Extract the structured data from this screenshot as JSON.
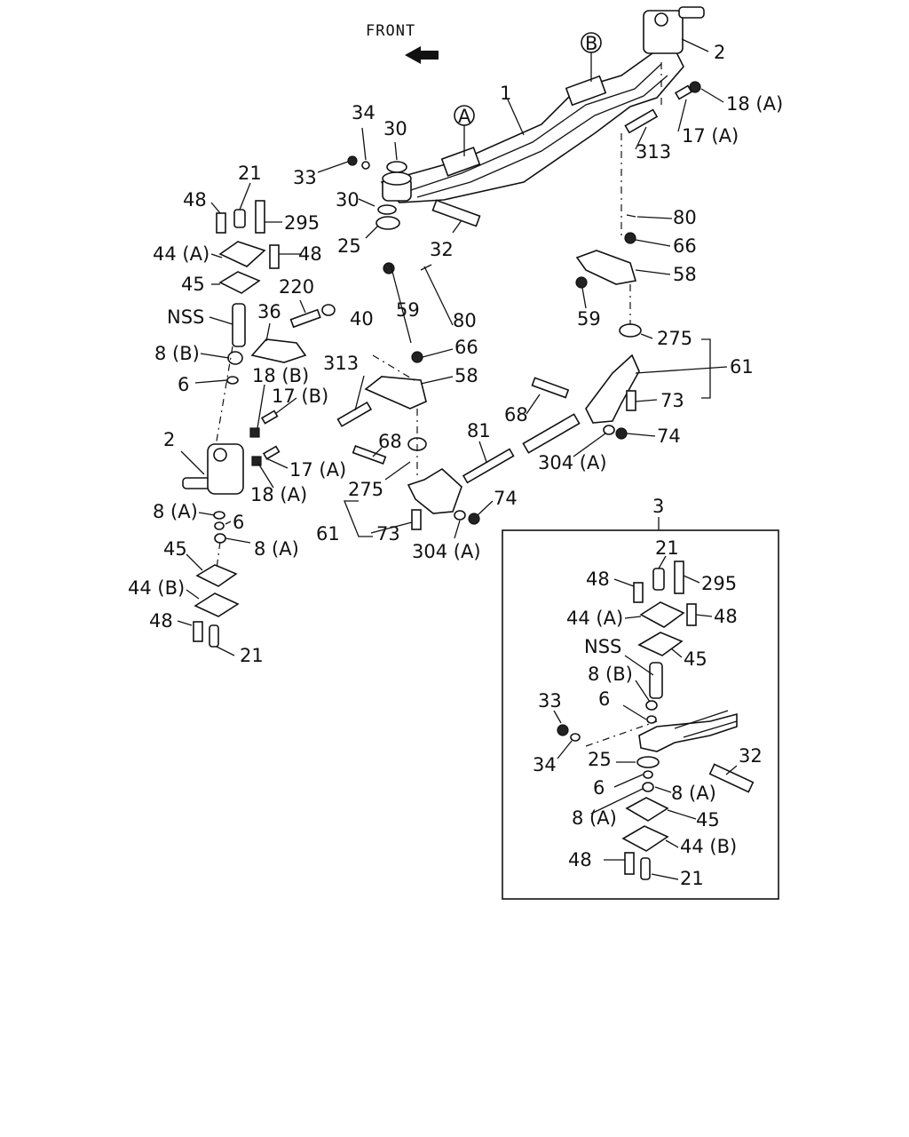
{
  "direction_label": "FRONT",
  "callouts": {
    "a": "A",
    "b": "B"
  },
  "main_labels": [
    "1",
    "2",
    "18 (A)",
    "17 (A)",
    "313",
    "34",
    "30",
    "33",
    "30",
    "25",
    "32",
    "21",
    "48",
    "295",
    "44 (A)",
    "48",
    "45",
    "220",
    "40",
    "NSS",
    "36",
    "8 (B)",
    "6",
    "18 (B)",
    "17 (B)",
    "2",
    "17 (A)",
    "18 (A)",
    "8 (A)",
    "6",
    "8 (A)",
    "45",
    "44 (B)",
    "48",
    "21",
    "80",
    "66",
    "58",
    "59",
    "275",
    "61",
    "73",
    "74",
    "68",
    "304 (A)",
    "59",
    "80",
    "66",
    "313",
    "58",
    "68",
    "81",
    "275",
    "61",
    "73",
    "304 (A)",
    "74"
  ],
  "inset": {
    "title": "3",
    "labels": [
      "21",
      "48",
      "295",
      "44 (A)",
      "48",
      "NSS",
      "45",
      "8 (B)",
      "6",
      "33",
      "34",
      "25",
      "32",
      "6",
      "8 (A)",
      "8 (A)",
      "45",
      "44 (B)",
      "48",
      "21"
    ]
  }
}
